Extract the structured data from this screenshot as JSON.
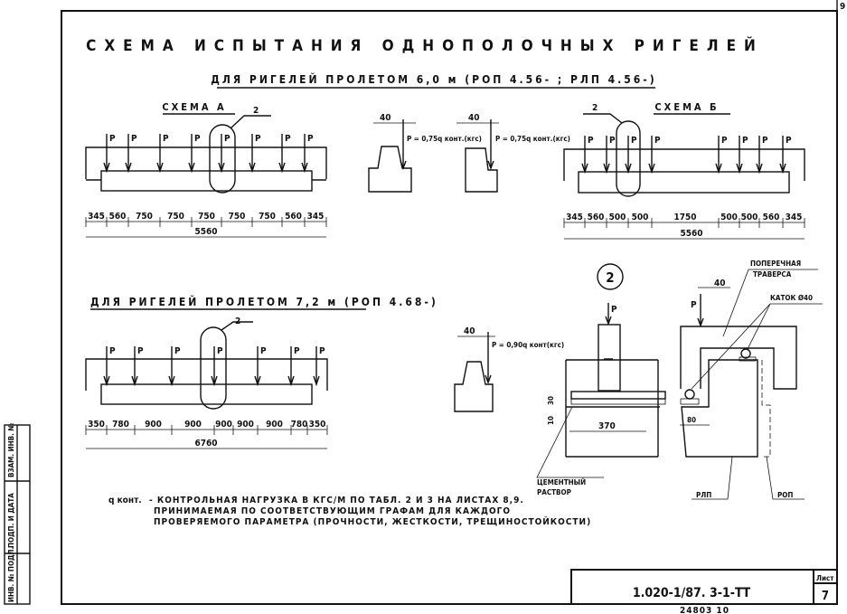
{
  "sheet_corner_number": "9",
  "title": "СХЕМА ИСПЫТАНИЯ ОДНОПОЛОЧНЫХ РИГЕЛЕЙ",
  "subtitle_6m": "ДЛЯ РИГЕЛЕЙ ПРОЛЕТОМ 6,0 м (РОП 4.56- ; РЛП 4.56-)",
  "subtitle_72m": "ДЛЯ РИГЕЛЕЙ ПРОЛЕТОМ 7,2 м (РОП 4.68-)",
  "load_label": "P",
  "callout": "2",
  "scheme_a": {
    "label": "СХЕМА А",
    "dims": [
      "345",
      "560",
      "750",
      "750",
      "750",
      "750",
      "750",
      "560",
      "345"
    ],
    "total": "5560"
  },
  "scheme_b": {
    "label": "СХЕМА Б",
    "dims": [
      "345",
      "560",
      "500",
      "500",
      "1750",
      "500",
      "500",
      "560",
      "345"
    ],
    "total": "5560"
  },
  "scheme_72": {
    "dims": [
      "350",
      "780",
      "900",
      "900",
      "900",
      "900",
      "900",
      "780",
      "350"
    ],
    "total": "6760"
  },
  "sections": {
    "offset": "40",
    "load_075": "P = 0,75q конт.(кгс)",
    "load_090": "P = 0,90q конт(кгс)"
  },
  "detail": {
    "number": "2",
    "dim_10": "10",
    "dim_30": "30",
    "dim_370": "370",
    "dim_40": "40",
    "dim_80": "80",
    "cross_beam_1": "ПОПЕРЕЧНАЯ",
    "cross_beam_2": "ТРАВЕРСА",
    "roller": "КАТОК Ø40",
    "mortar_1": "ЦЕМЕНТНЫЙ",
    "mortar_2": "РАСТВОР",
    "rlp": "РЛП",
    "rop": "РОП"
  },
  "note": {
    "symbol": "q конт.",
    "line1": "- КОНТРОЛЬНАЯ НАГРУЗКА В КГС/М ПО ТАБЛ. 2 И 3 НА ЛИСТАХ 8,9.",
    "line2": "ПРИНИМАЕМАЯ ПО СООТВЕТСТВУЮЩИМ ГРАФАМ ДЛЯ КАЖДОГО",
    "line3": "ПРОВЕРЯЕМОГО ПАРАМЕТРА (ПРОЧНОСТИ, ЖЕСТКОСТИ, ТРЕЩИНОСТОЙКОСТИ)"
  },
  "side_stamp": [
    "ИНВ. № ПОДЛ.",
    "ПОДП. И ДАТА",
    "ВЗАМ. ИНВ. №"
  ],
  "title_block": {
    "code": "1.020-1/87. 3-1-ТТ",
    "sheet_label": "Лист",
    "sheet_number": "7",
    "bottom_note": "24803  10"
  }
}
